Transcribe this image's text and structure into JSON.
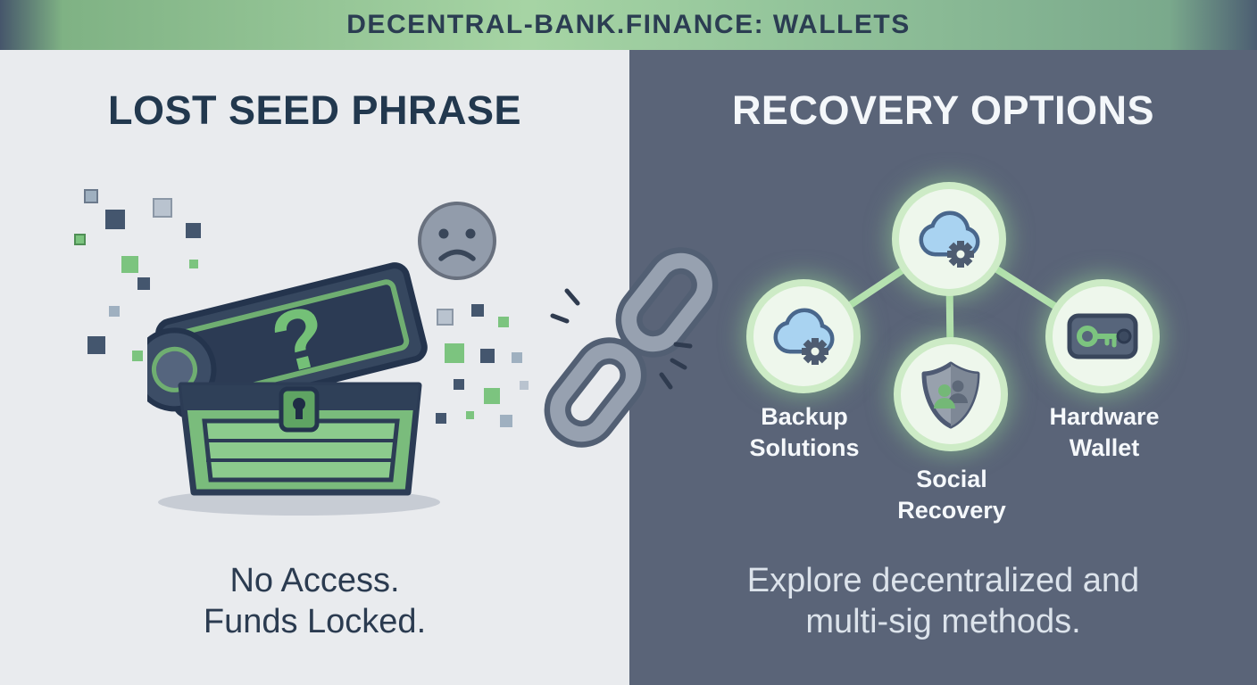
{
  "banner": {
    "title": "DECENTRAL-BANK.FINANCE: WALLETS"
  },
  "left_panel": {
    "heading": "LOST SEED PHRASE",
    "caption_line1": "No Access.",
    "caption_line2": "Funds Locked.",
    "illustrations": [
      "treasure-chest-icon",
      "question-mark",
      "sad-face-icon",
      "pixel-decay-squares"
    ]
  },
  "divider": {
    "illustration": "broken-chain-icon"
  },
  "right_panel": {
    "heading": "RECOVERY OPTIONS",
    "nodes": [
      {
        "label": "Backup Solutions",
        "icon": "cloud-gear-icon"
      },
      {
        "label": "Social Recovery",
        "icon": "shield-people-icon"
      },
      {
        "label": "Hardware Wallet",
        "icon": "hardware-wallet-icon"
      }
    ],
    "top_node_icon": "cloud-gear-icon",
    "caption_line1": "Explore decentralized and",
    "caption_line2": "multi-sig methods."
  },
  "colors": {
    "accent_green": "#7cc07e",
    "banner_green": "#a6d4a4",
    "navy": "#22384e",
    "left_bg": "#e9ebee",
    "right_bg": "#5a6478",
    "glow_green": "#cdebc6",
    "cloud_blue": "#a9d3f1",
    "gray_icon": "#98a1ad"
  }
}
